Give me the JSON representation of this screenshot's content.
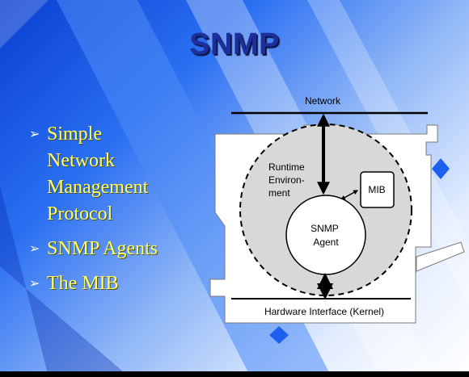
{
  "slide": {
    "title": "SNMP",
    "bullets": [
      {
        "icon": "arrowhead-bullet-icon",
        "lines": [
          "Simple",
          "Network",
          "Management",
          "Protocol"
        ]
      },
      {
        "icon": "arrowhead-bullet-icon",
        "lines": [
          "SNMP Agents"
        ]
      },
      {
        "icon": "arrowhead-bullet-icon",
        "lines": [
          "The MIB"
        ]
      }
    ],
    "bullet_glyph": "➢"
  },
  "diagram": {
    "network_label": "Network",
    "runtime_label": [
      "Runtime",
      "Environ-",
      "ment"
    ],
    "mib_label": "MIB",
    "agent_label": [
      "SNMP",
      "Agent"
    ],
    "hardware_label": "Hardware Interface (Kernel)"
  }
}
